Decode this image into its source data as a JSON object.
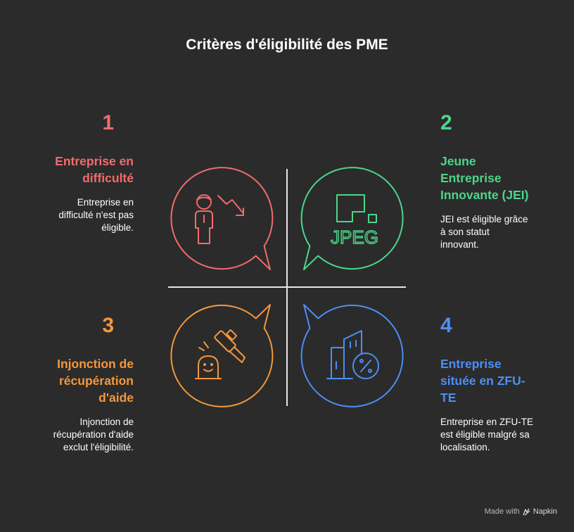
{
  "title": "Critères d'éligibilité des PME",
  "items": [
    {
      "number": "1",
      "heading_lines": [
        "Entreprise en",
        "difficulté"
      ],
      "desc_lines": [
        "Entreprise en",
        "difficulté n'est pas",
        "éligible."
      ],
      "icon": "declining-person-icon",
      "color": "#f26b6b"
    },
    {
      "number": "2",
      "heading_lines": [
        "Jeune",
        "Entreprise",
        "Innovante (JEI)"
      ],
      "desc_lines": [
        "JEI est éligible grâce",
        "à son statut",
        "innovant."
      ],
      "icon": "jpeg-file-icon",
      "icon_text": "JPEG",
      "color": "#4cd68a"
    },
    {
      "number": "3",
      "heading_lines": [
        "Injonction de",
        "récupération",
        "d'aide"
      ],
      "desc_lines": [
        "Injonction de",
        "récupération d'aide",
        "exclut l'éligibilité."
      ],
      "icon": "gavel-icon",
      "color": "#f5973d"
    },
    {
      "number": "4",
      "heading_lines": [
        "Entreprise",
        "située en ZFU-",
        "TE"
      ],
      "desc_lines": [
        "Entreprise en ZFU-TE",
        "est éligible malgré sa",
        "localisation."
      ],
      "icon": "building-percent-icon",
      "color": "#4c8ef5"
    }
  ],
  "footer": {
    "made_with": "Made with",
    "brand": "Napkin",
    "icon": "napkin-logo-icon"
  }
}
